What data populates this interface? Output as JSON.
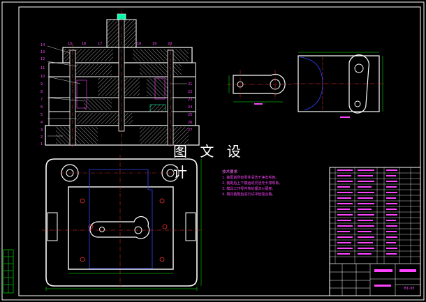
{
  "watermark": "图 文 设 计",
  "notes": {
    "title": "技术要求",
    "items": [
      "1. 装配前所有零件清洗干净去毛刺。",
      "2. 装配后上下模运动灵活无卡滞现象。",
      "3. 模具工作零件热处理淬火硬度。",
      "4. 模具装配后进行试冲检验合格。"
    ]
  },
  "title_block": {
    "drawing_number": "MJ-05"
  },
  "part_numbers_left": [
    "14",
    "13",
    "12",
    "11",
    "10",
    "9",
    "8",
    "7",
    "6",
    "5",
    "4",
    "3",
    "2",
    "1"
  ],
  "part_numbers_top": [
    "15",
    "16",
    "17",
    "18",
    "19",
    "20"
  ],
  "part_numbers_right": [
    "21",
    "22",
    "23",
    "24",
    "25",
    "26",
    "27"
  ],
  "colors": {
    "outline": "#ffffff",
    "center_line": "#ff3333",
    "hidden_line": "#3344ff",
    "dimension": "#00ff00",
    "text": "#ff44ff",
    "hatch": "#ffffff",
    "background": "#000000"
  }
}
